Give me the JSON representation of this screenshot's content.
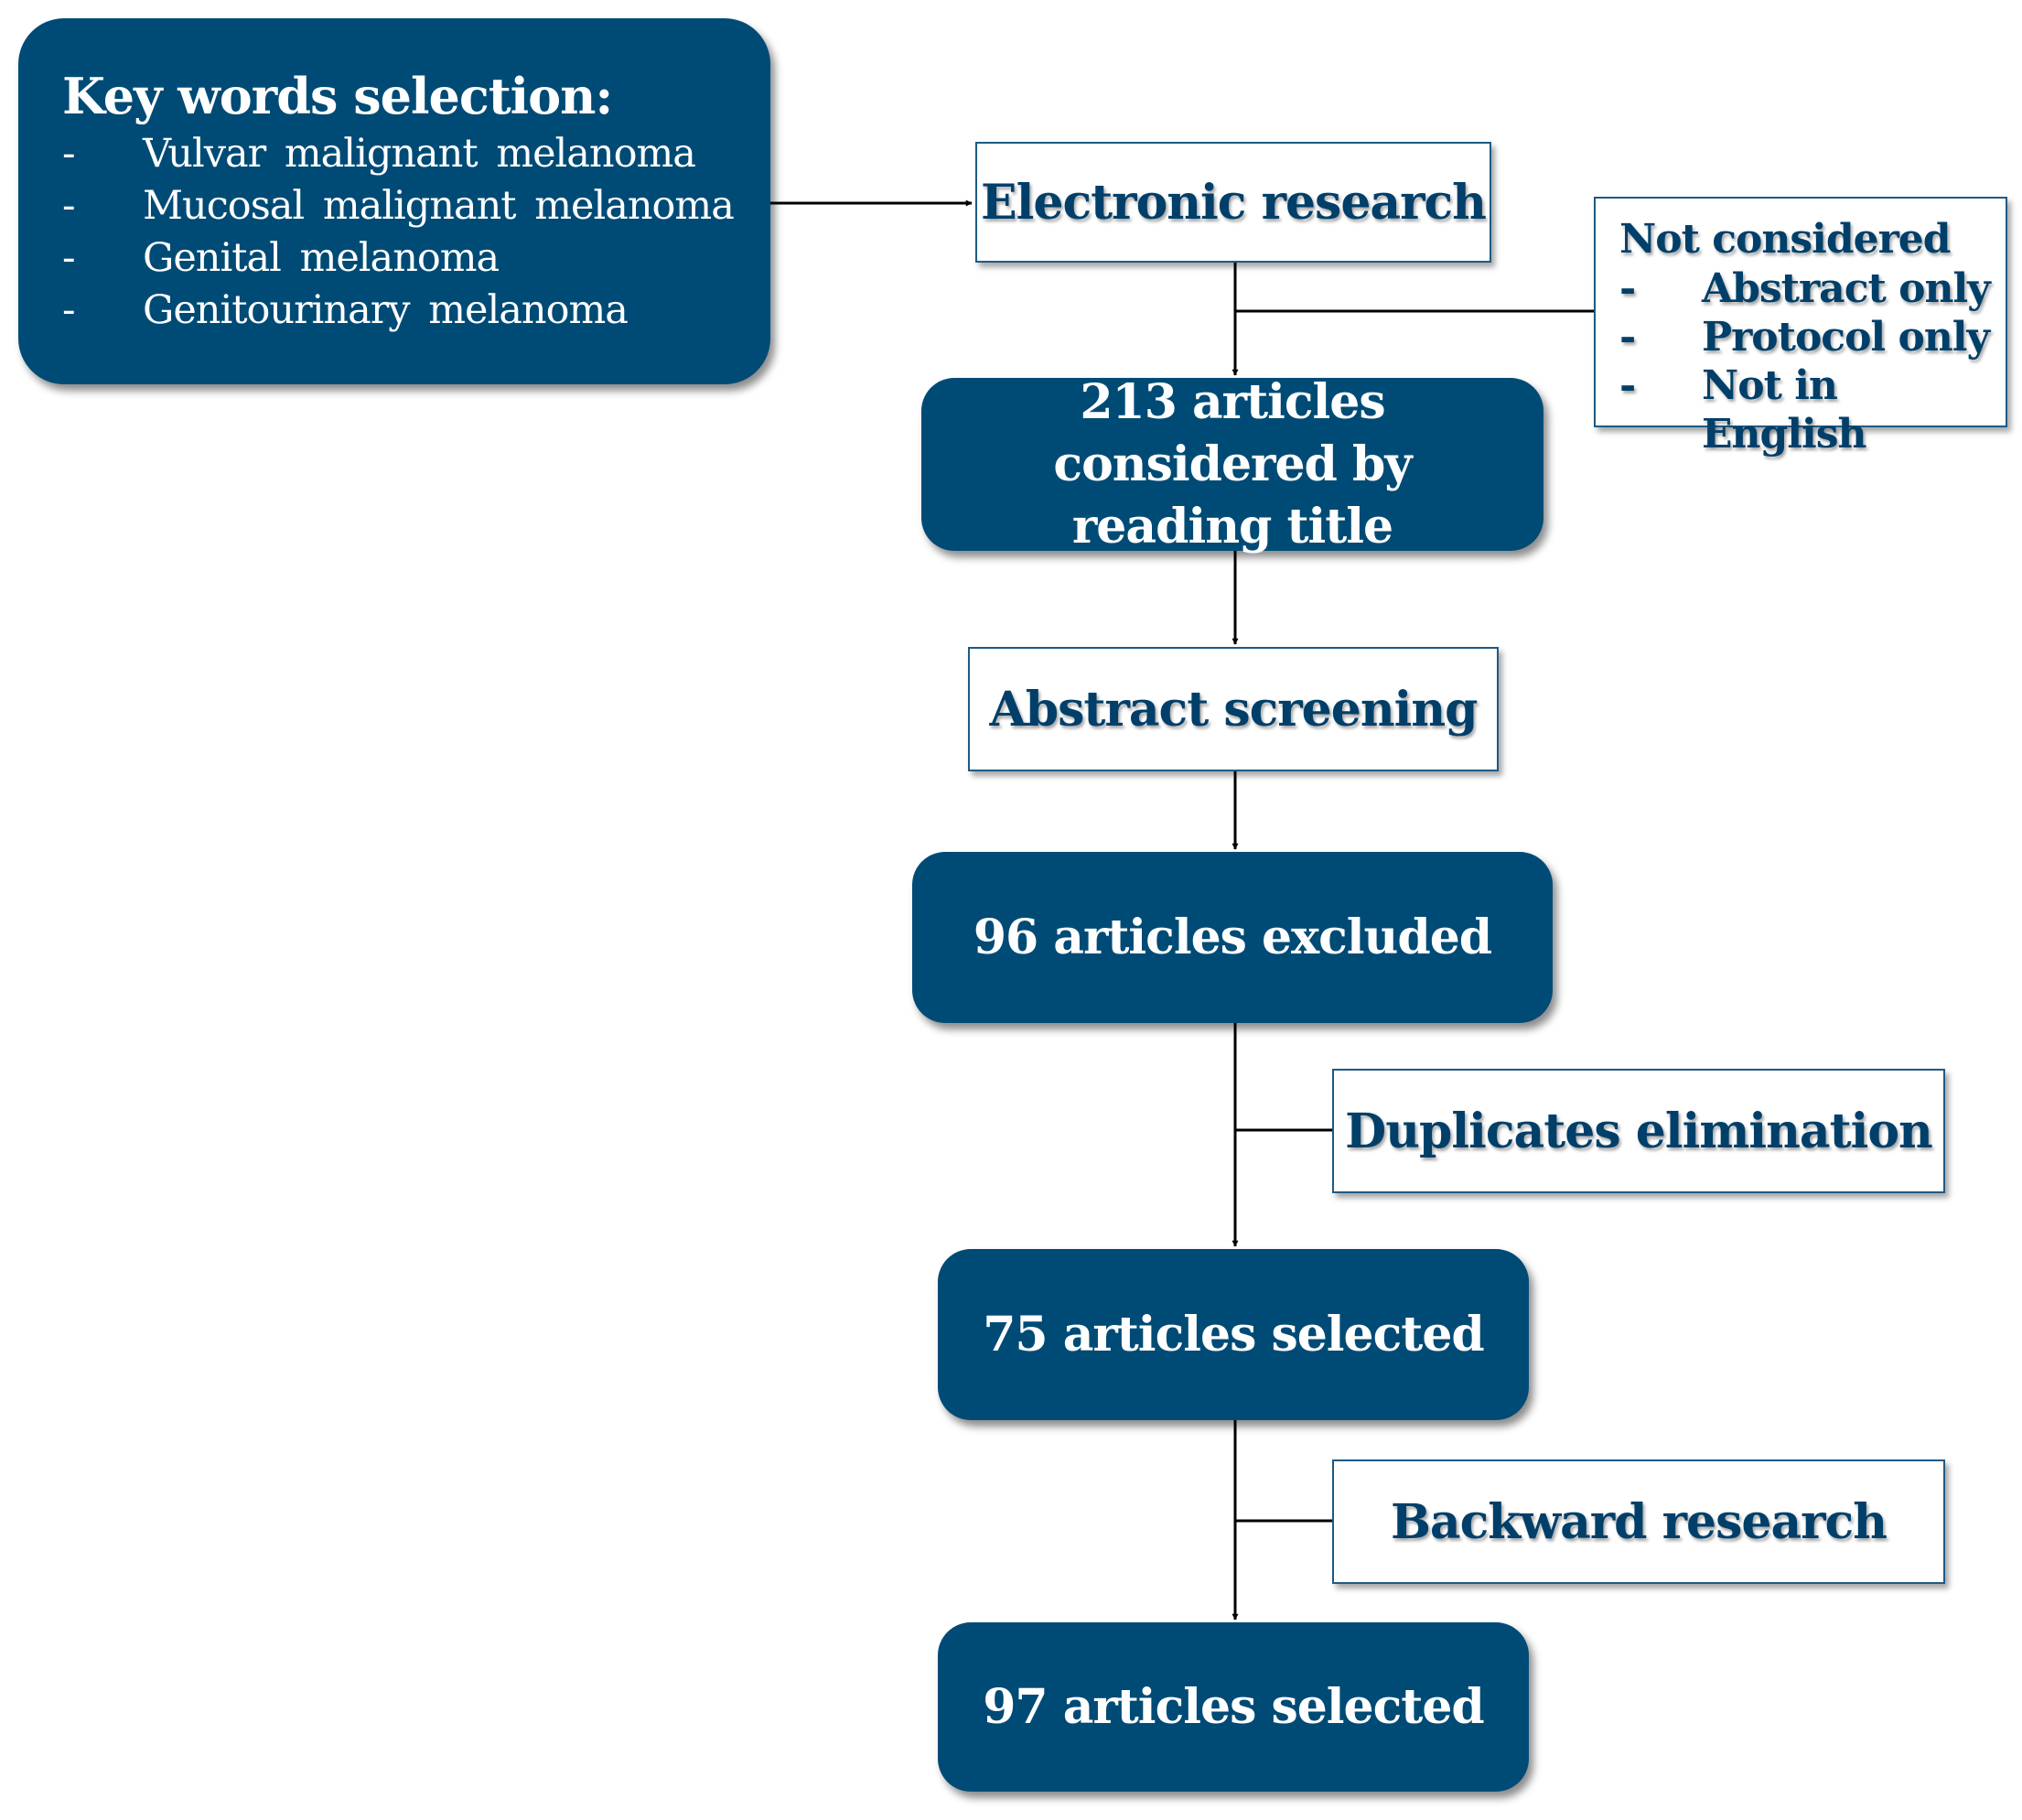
{
  "keywords_box": {
    "title": "Key words selection:",
    "items": [
      {
        "bullet": "-",
        "text": "Vulvar malignant melanoma"
      },
      {
        "bullet": "-",
        "text": "Mucosal malignant melanoma"
      },
      {
        "bullet": "-",
        "text": "Genital melanoma"
      },
      {
        "bullet": "-",
        "text": "Genitourinary melanoma"
      }
    ]
  },
  "steps": {
    "electronic_research": "Electronic research",
    "considered": "213 articles considered by reading title",
    "abstract_screening": "Abstract screening",
    "excluded": "96 articles excluded",
    "duplicates": "Duplicates elimination",
    "selected_75": "75 articles selected",
    "backward": "Backward research",
    "selected_97": "97 articles selected"
  },
  "not_considered_box": {
    "title": "Not considered",
    "items": [
      {
        "bullet": "-",
        "text": "Abstract only"
      },
      {
        "bullet": "-",
        "text": "Protocol only"
      },
      {
        "bullet": "-",
        "text": "Not in English"
      }
    ]
  },
  "colors": {
    "box_fill": "#004b76",
    "outline": "#1f5a85",
    "outlined_text": "#003f69",
    "edge": "#000000"
  }
}
